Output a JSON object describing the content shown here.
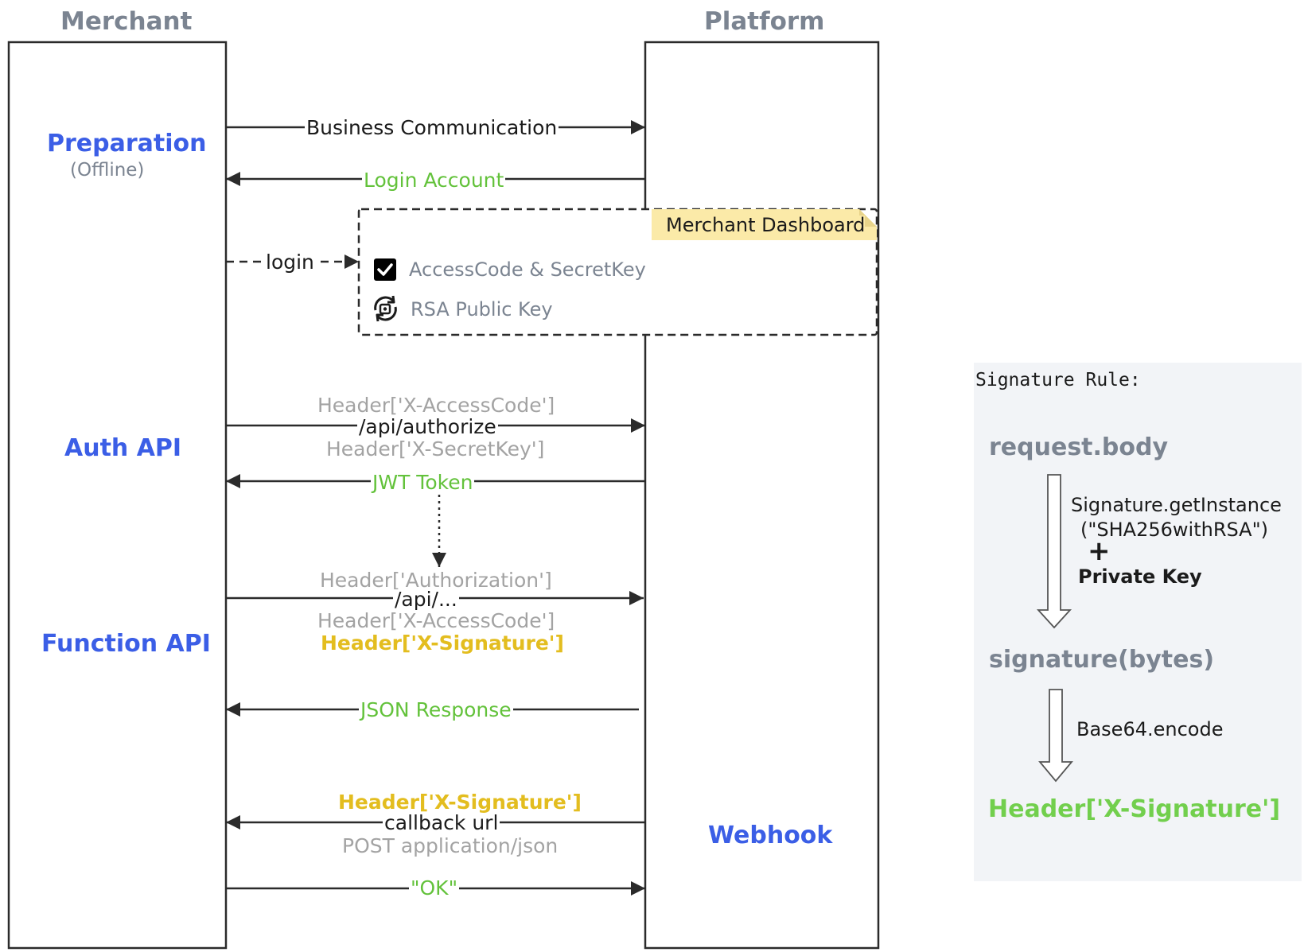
{
  "lanes": {
    "merchant": "Merchant",
    "platform": "Platform"
  },
  "sections": {
    "preparation": "Preparation",
    "preparation_sub": "(Offline)",
    "auth_api": "Auth API",
    "function_api": "Function API",
    "webhook": "Webhook"
  },
  "messages": {
    "business_communication": "Business Communication",
    "login_account": "Login Account",
    "login": "login",
    "authorize_header1": "Header['X-AccessCode']",
    "authorize_path": "/api/authorize",
    "authorize_header2": "Header['X-SecretKey']",
    "jwt_token": "JWT Token",
    "func_header1": "Header['Authorization']",
    "func_path": "/api/...",
    "func_header2": "Header['X-AccessCode']",
    "func_header3": "Header['X-Signature']",
    "json_response": "JSON Response",
    "callback_header": "Header['X-Signature']",
    "callback_url": "callback url",
    "callback_method": "POST application/json",
    "ok": "\"OK\""
  },
  "dashboard": {
    "title": "Merchant Dashboard",
    "item1": "AccessCode & SecretKey",
    "item2": "RSA Public Key"
  },
  "signature_rule": {
    "title": "Signature Rule:",
    "step1": "request.body",
    "op1_line1": "Signature.getInstance",
    "op1_line2": "(\"SHA256withRSA\")",
    "plus": "+",
    "op1_key": "Private Key",
    "step2": "signature(bytes)",
    "op2": "Base64.encode",
    "step3": "Header['X-Signature']"
  },
  "colors": {
    "section_blue": "#3b5ee6",
    "header_gray": "#7b8491",
    "success_green": "#63c23b",
    "signature_gold": "#e3bd1f",
    "note_yellow": "#fbeaa8",
    "panel_bg": "#f2f4f7"
  },
  "icons": {
    "check": "checkbox-checked-icon",
    "rotate": "key-rotate-icon"
  }
}
